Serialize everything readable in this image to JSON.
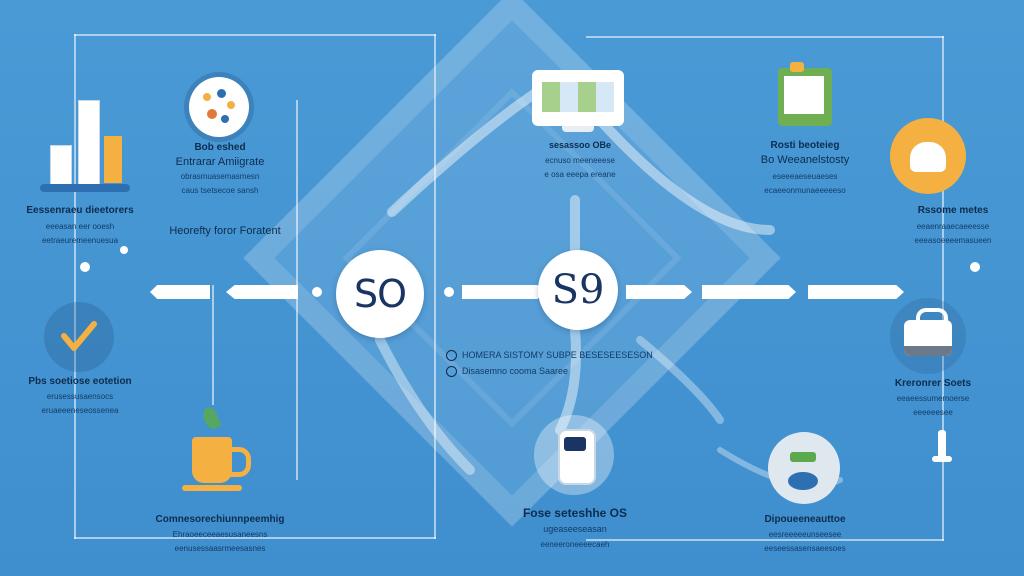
{
  "center": {
    "so_label": "SO",
    "s9_label": "S9",
    "caption_line1": "HOMERA SISTOMY SUBPE BESESEESESON",
    "caption_line2": "Disasemno cooma Saaree"
  },
  "nodes": {
    "top_left": {
      "title": "Bob eshed",
      "subtitle": "Entrarar Amiigrate",
      "line1": "obrasmuasemasmesn",
      "line2": "caus tsetsecoe sansh"
    },
    "left_mid": {
      "title": "Eessenraeu dieetorers",
      "line1": "eeeasan eer ooesh",
      "line2": "eetraeuremeenuesua"
    },
    "left_arrow_label": {
      "title": "Heorefty foror Foratent"
    },
    "left_low": {
      "title": "Pbs soetiose eotetion",
      "line1": "erusessusaensocs",
      "line2": "eruaeeeneseossenea"
    },
    "bottom_left": {
      "title": "Comnesorechiunnpeemhig",
      "line1": "Ehraoeeceeaesusaneesns",
      "line2": "eenusessaasrmeesasnes"
    },
    "top_mid": {
      "title": "sesassoo OBe",
      "line1": "ecnuso meeneeese",
      "line2": "e osa eeepa ereane"
    },
    "bottom_mid": {
      "title": "Fose seteshhe OS",
      "subtitle": "ugeaseeseasan",
      "line1": "eeneeroneeeecaeh"
    },
    "top_right": {
      "title": "Rosti beoteieg",
      "subtitle": "Bo Weeanelstosty",
      "line1": "eseeeaeseuaeses",
      "line2": "ecaeeonmunaeeeeeso"
    },
    "right_mid": {
      "title": "Rssome metes",
      "line1": "eeaenraaecaeeesse",
      "line2": "eeeasoeeeemasueen"
    },
    "right_low": {
      "title": "Kreronrer Soets",
      "line1": "eeaeessumemoerse",
      "line2": "eeeeeesee"
    },
    "bottom_right": {
      "title": "Dipoueeneauttoe",
      "line1": "eesreeeeeunseesee",
      "line2": "eeseessasensaeesoes"
    }
  },
  "colors": {
    "background": "#4393d2",
    "accent_orange": "#f4b041",
    "accent_green": "#5aa94d",
    "navy": "#1a3563"
  }
}
